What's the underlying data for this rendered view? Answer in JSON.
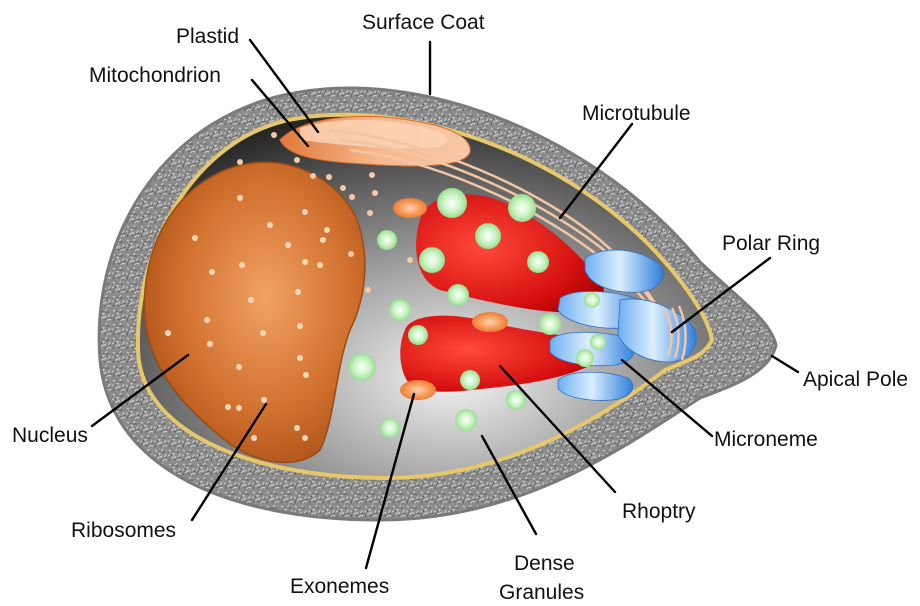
{
  "diagram": {
    "labels": {
      "surface_coat": "Surface Coat",
      "plastid": "Plastid",
      "mitochondrion": "Mitochondrion",
      "microtubule": "Microtubule",
      "polar_ring": "Polar Ring",
      "apical_pole": "Apical Pole",
      "microneme": "Microneme",
      "rhoptry": "Rhoptry",
      "dense_granules_line1": "Dense",
      "dense_granules_line2": "Granules",
      "exonemes": "Exonemes",
      "ribosomes": "Ribosomes",
      "nucleus": "Nucleus"
    },
    "colors": {
      "surface_coat": "#8a8a8a",
      "membrane": "#e6c86a",
      "cytoplasm_dark": "#2a2a2a",
      "cytoplasm_light": "#f2f2f2",
      "nucleus": "#c8682a",
      "ribosome": "#f7c9a6",
      "plastid": "#f0b58a",
      "rhoptry": "#d41414",
      "dense_granule": "#bff0b8",
      "microneme": "#4a8fe0",
      "exoneme": "#f08a4a",
      "leader_line": "#000000"
    }
  }
}
